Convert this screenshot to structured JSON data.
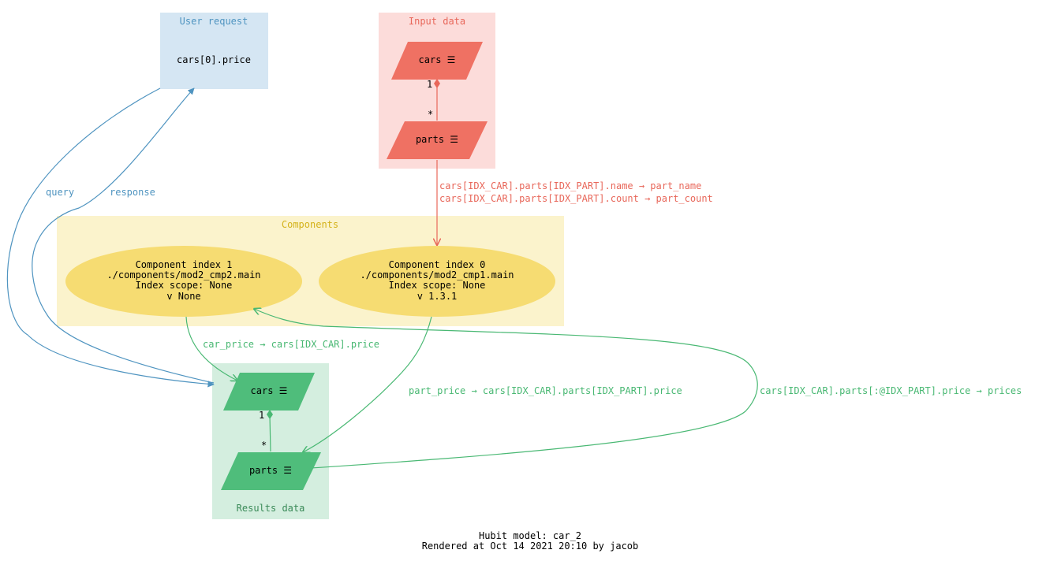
{
  "clusters": {
    "user_request": "User request",
    "input_data": "Input data",
    "components": "Components",
    "results_data": "Results data"
  },
  "nodes": {
    "user_query": "cars[0].price",
    "input_cars": "cars ☰",
    "input_parts": "parts ☰",
    "result_cars": "cars ☰",
    "result_parts": "parts ☰",
    "component_1": [
      "Component index 1",
      "./components/mod2_cmp2.main",
      "Index scope: None",
      "v None"
    ],
    "component_0": [
      "Component index 0",
      "./components/mod2_cmp1.main",
      "Index scope: None",
      "v 1.3.1"
    ]
  },
  "edges": {
    "query": "query",
    "response": "response",
    "input_mapping": [
      "cars[IDX_CAR].parts[IDX_PART].name → part_name",
      "cars[IDX_CAR].parts[IDX_PART].count → part_count"
    ],
    "car_price": "car_price → cars[IDX_CAR].price",
    "part_price": "part_price → cars[IDX_CAR].parts[IDX_PART].price",
    "prices": "cars[IDX_CAR].parts[:@IDX_PART].price → prices",
    "multiplicity_one": "1",
    "multiplicity_many": "*"
  },
  "footer": {
    "model": "Hubit model: car_2",
    "rendered": "Rendered at Oct 14 2021 20:10 by jacob"
  },
  "colors": {
    "blue": "#4f94c0",
    "red": "#e8675a",
    "yellow": "#f6dc72",
    "green": "#49b873"
  }
}
